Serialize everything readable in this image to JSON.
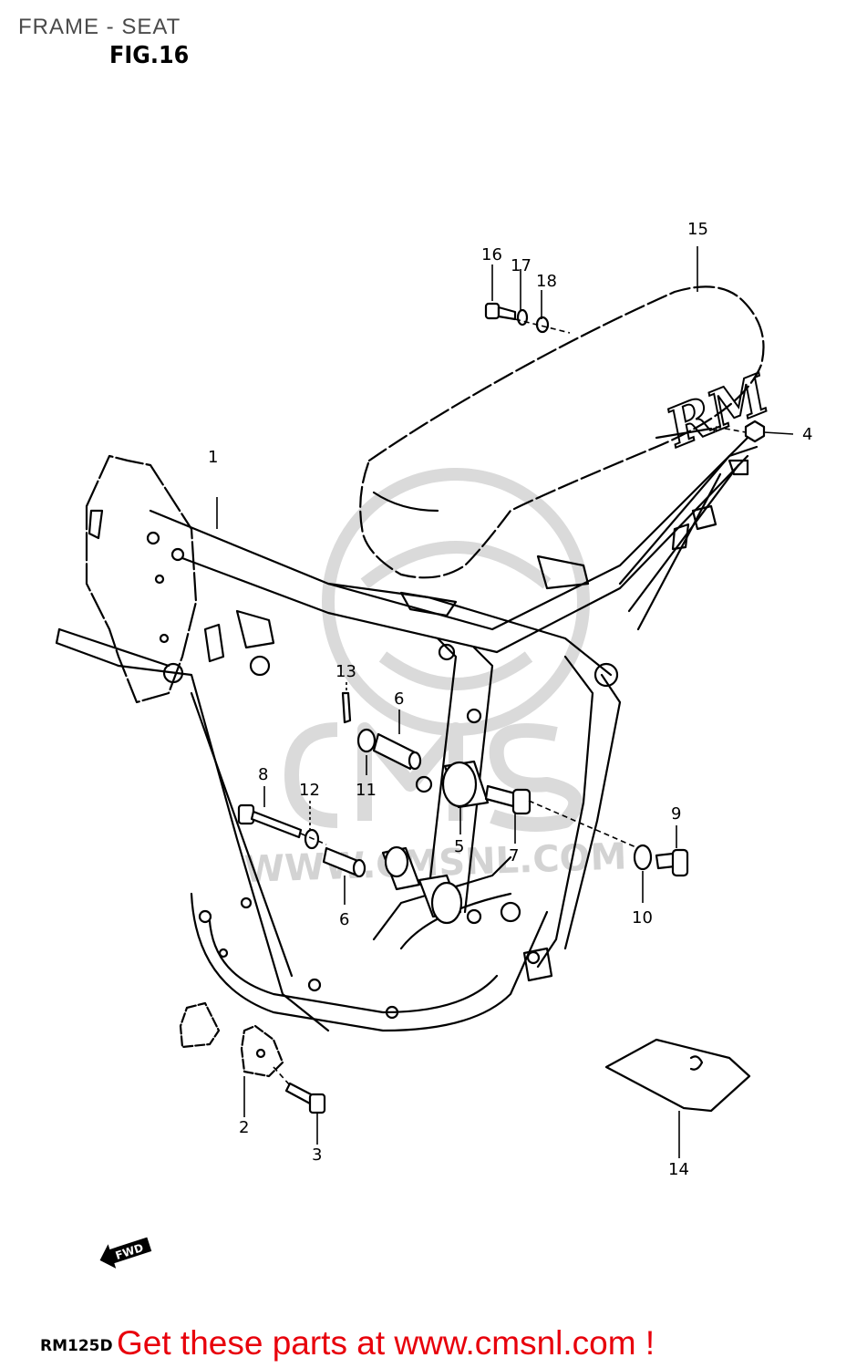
{
  "header": {
    "title": "FRAME - SEAT",
    "figure": "FIG.16"
  },
  "watermark": {
    "site": "WWW.CMSNL.COM",
    "logo": "CMS"
  },
  "seat_logo": "RM",
  "fwd_label": "FWD",
  "callouts": [
    {
      "id": "1",
      "label": "1"
    },
    {
      "id": "2",
      "label": "2"
    },
    {
      "id": "3",
      "label": "3"
    },
    {
      "id": "4",
      "label": "4"
    },
    {
      "id": "5",
      "label": "5"
    },
    {
      "id": "6a",
      "label": "6"
    },
    {
      "id": "6b",
      "label": "6"
    },
    {
      "id": "7",
      "label": "7"
    },
    {
      "id": "8",
      "label": "8"
    },
    {
      "id": "9",
      "label": "9"
    },
    {
      "id": "10",
      "label": "10"
    },
    {
      "id": "11",
      "label": "11"
    },
    {
      "id": "12",
      "label": "12"
    },
    {
      "id": "13",
      "label": "13"
    },
    {
      "id": "14",
      "label": "14"
    },
    {
      "id": "15",
      "label": "15"
    },
    {
      "id": "16",
      "label": "16"
    },
    {
      "id": "17",
      "label": "17"
    },
    {
      "id": "18",
      "label": "18"
    }
  ],
  "footer": {
    "model_code": "RM125D",
    "cta": "Get these parts at www.cmsnl.com !"
  }
}
